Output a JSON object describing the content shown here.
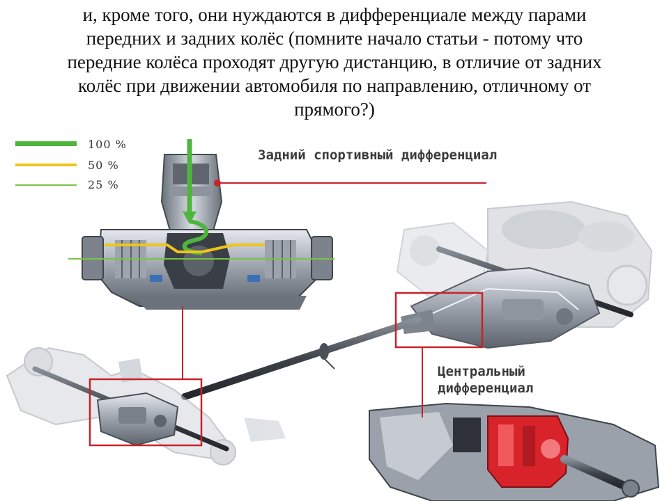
{
  "heading": {
    "lines": [
      "и, кроме того, они нуждаются в дифференциале между парами",
      "передних и задних колёс (помните начало статьи - потому что",
      "передние колёса проходят другую дистанцию, в отличие от задних",
      "колёс при движении автомобиля по направлению, отличному от",
      "прямого?)"
    ]
  },
  "legend": {
    "items": [
      {
        "label": "100 %",
        "color": "#4fb53c"
      },
      {
        "label": "50 %",
        "color": "#f0c419"
      },
      {
        "label": "25 %",
        "color": "#7cc242"
      }
    ]
  },
  "callouts": {
    "rear_diff": "Задний спортивный дифференциал",
    "center_diff_line1": "Центральный",
    "center_diff_line2": "дифференциал"
  },
  "colors": {
    "callout_red": "#c8222a",
    "diff_red": "#d8232a",
    "metal_dark": "#4a4f57",
    "metal_light": "#b8bec6"
  }
}
